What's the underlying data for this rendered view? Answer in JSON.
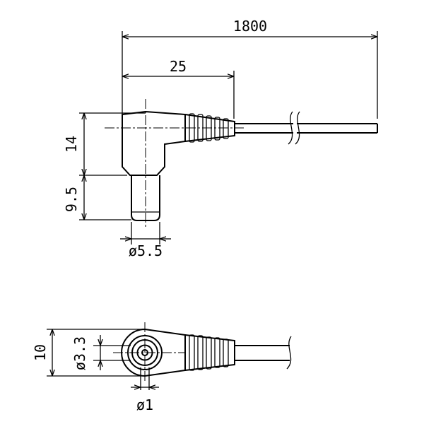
{
  "dimensions": {
    "cable_length": "1800",
    "plug_reach": "25",
    "body_height": "14",
    "pin_length": "9.5",
    "outer_diameter": "ø5.5",
    "body_thickness": "10",
    "inner_diameter": "ø3.3",
    "pin_diameter": "ø1"
  }
}
